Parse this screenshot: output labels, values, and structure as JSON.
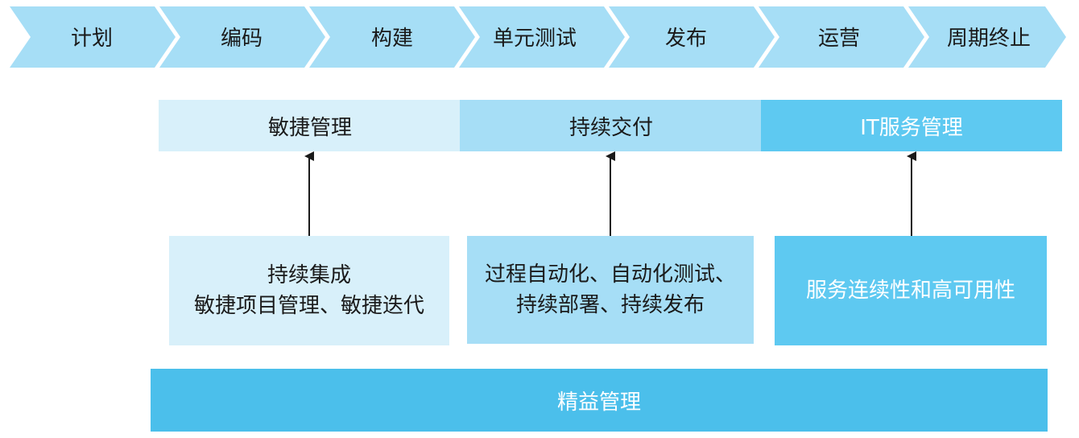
{
  "phases": [
    "计划",
    "编码",
    "构建",
    "单元测试",
    "发布",
    "运营",
    "周期终止"
  ],
  "colors": {
    "phase_fill": "#a6def6",
    "agile_fill": "#d8f0fa",
    "cd_fill": "#a6def6",
    "itsm_fill": "#5ec9f1",
    "lean_fill": "#4bbfeb",
    "arrow": "#1a1a1a"
  },
  "headers": {
    "agile": "敏捷管理",
    "cd": "持续交付",
    "itsm": "IT服务管理"
  },
  "practices": {
    "agile_line1": "持续集成",
    "agile_line2": "敏捷项目管理、敏捷迭代",
    "cd_line1": "过程自动化、自动化测试、",
    "cd_line2": "持续部署、持续发布",
    "itsm_line1": "服务连续性和高可用性"
  },
  "foundation": {
    "lean": "精益管理"
  }
}
